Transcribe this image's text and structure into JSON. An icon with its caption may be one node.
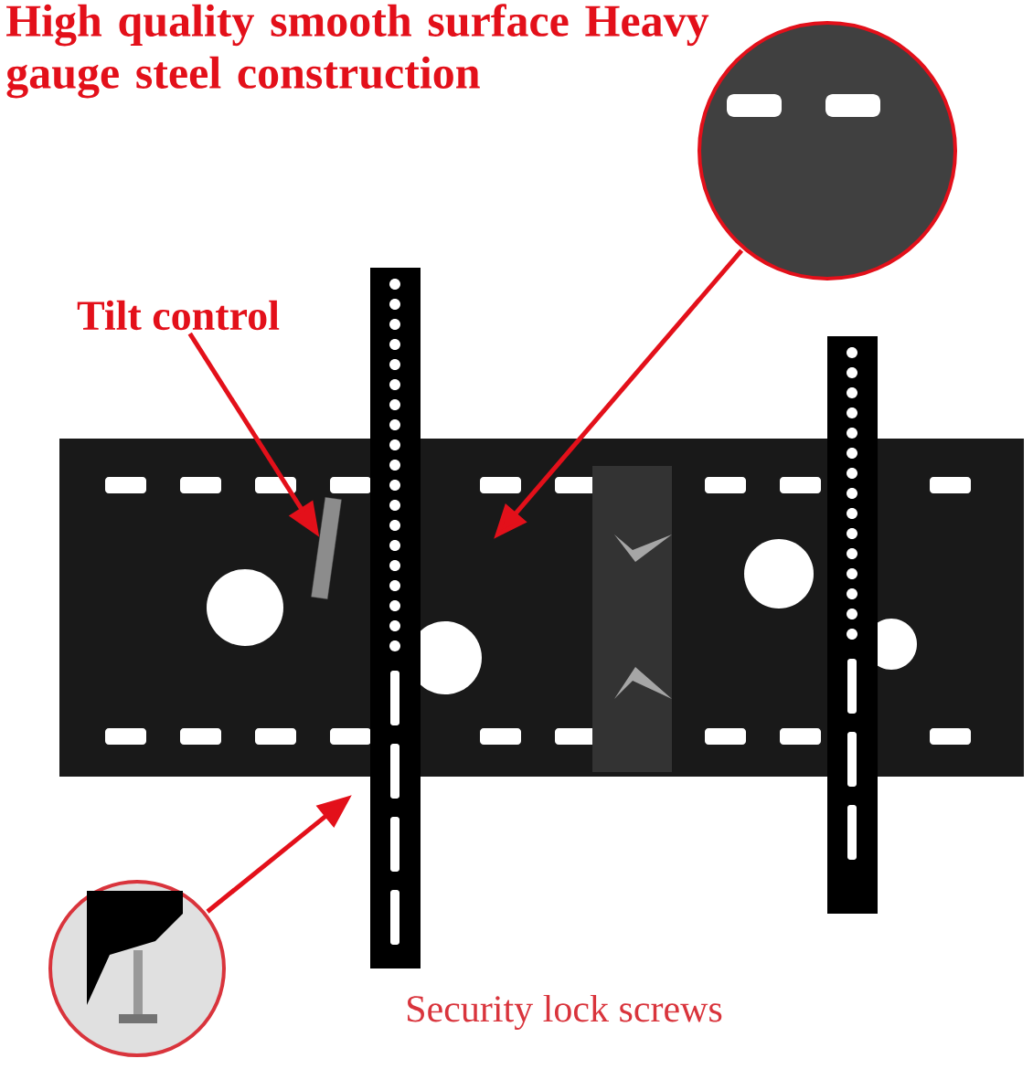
{
  "diagram": {
    "nodes": [
      {
        "text": [
          "Tilt control"
        ]
      },
      {
        "text": [],
        "shape": "picture"
      },
      {
        "text": [],
        "shape": "circle"
      },
      {
        "text": [],
        "shape": "circle"
      }
    ],
    "edges": [
      {
        "from": 0,
        "to": 1,
        "arrow": "to"
      },
      {
        "from": 2,
        "to": null,
        "arrow": "to"
      },
      {
        "from": 3,
        "to": null,
        "arrow": "to"
      }
    ],
    "labels": [
      "High quality smooth surface Heavy gauge steel construction",
      "Security lock screws"
    ]
  }
}
